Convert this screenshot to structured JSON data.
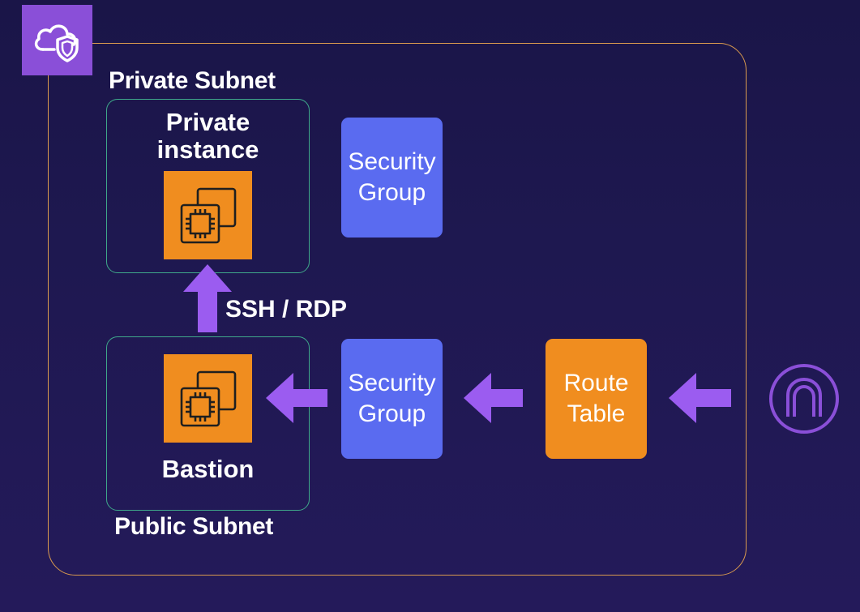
{
  "diagram": {
    "private_subnet": {
      "label": "Private Subnet",
      "instance_title_line1": "Private",
      "instance_title_line2": "instance",
      "icon": "ec2-instance-icon"
    },
    "public_subnet": {
      "label": "Public Subnet",
      "instance_title": "Bastion",
      "icon": "ec2-instance-icon"
    },
    "security_group_top": {
      "line1": "Security",
      "line2": "Group"
    },
    "security_group_bottom": {
      "line1": "Security",
      "line2": "Group"
    },
    "route_table": {
      "line1": "Route",
      "line2": "Table"
    },
    "connection_label": "SSH / RDP",
    "vpc_icon": "vpc-cloud-shield-icon",
    "gateway_icon": "internet-gateway-icon",
    "colors": {
      "background": "#1e1850",
      "vpc_border": "#d99a4e",
      "vpc_badge": "#8a4fd8",
      "subnet_border": "#3fa88a",
      "ec2": "#f08d1f",
      "security_group": "#5a6bf0",
      "route_table": "#f08d1f",
      "arrow": "#9b5cf0",
      "gateway": "#8a4fd8"
    }
  }
}
